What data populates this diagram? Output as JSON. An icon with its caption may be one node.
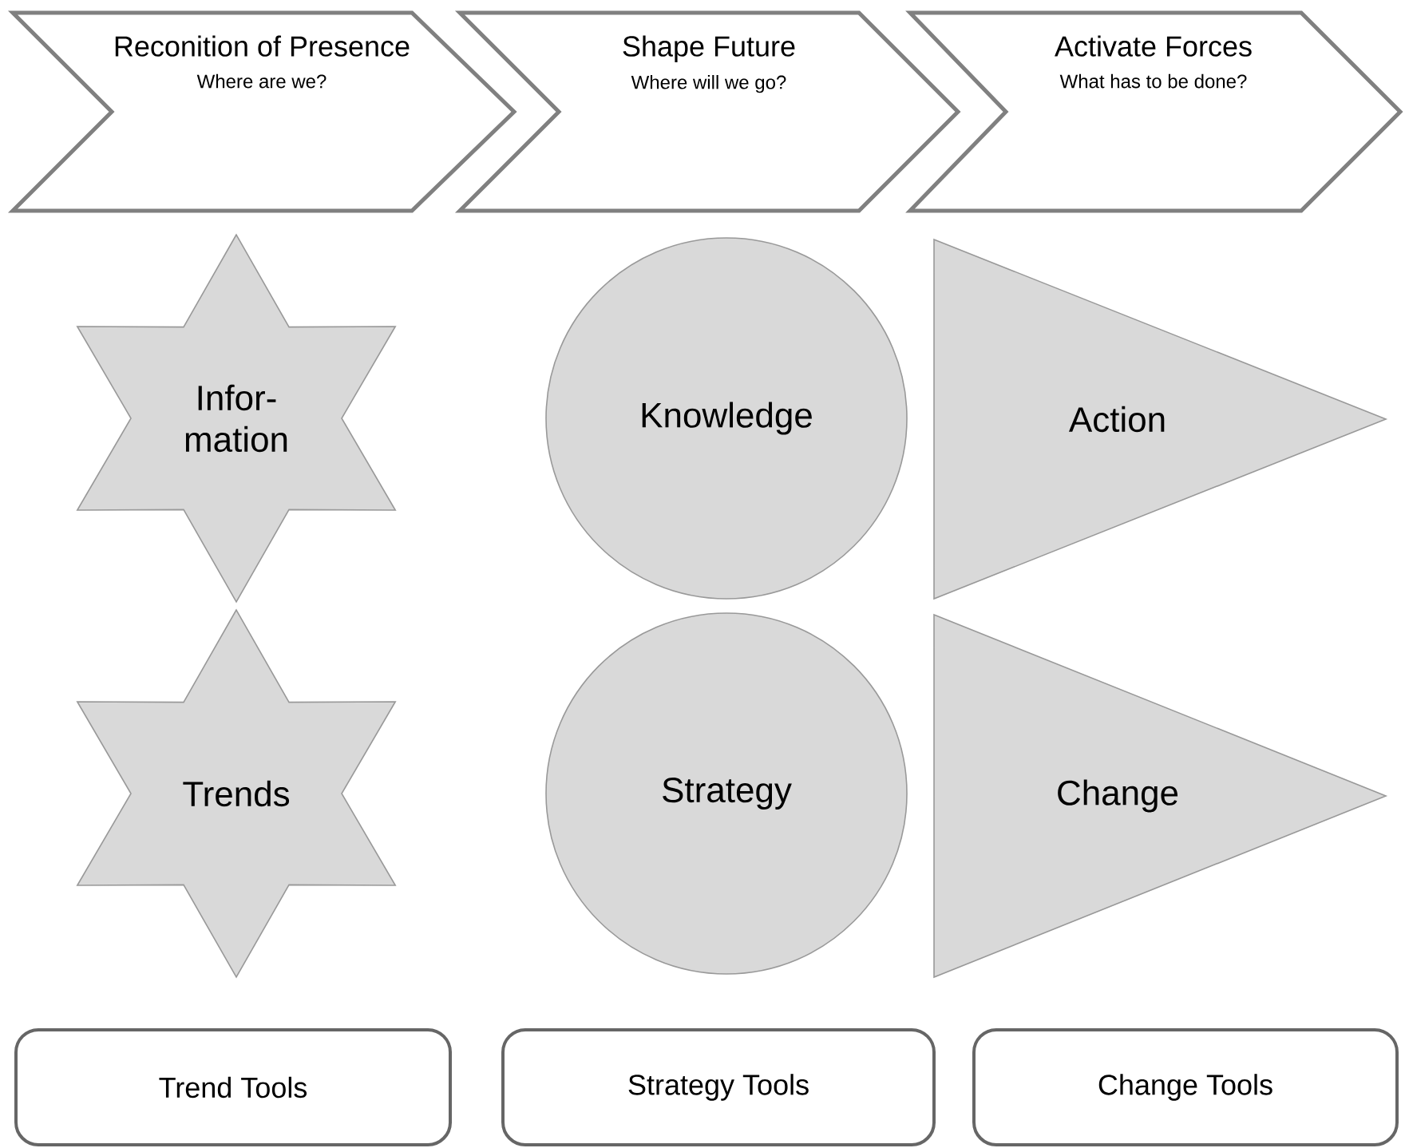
{
  "diagram": {
    "nodes": [
      {
        "text": [
          "Reconition of Presence",
          "Where are we?"
        ]
      },
      {
        "text": [
          "Shape Future",
          "Where will we go?"
        ]
      },
      {
        "text": [
          "Activate Forces",
          "What has to be done?"
        ]
      },
      {
        "text": [
          "Infor- mation"
        ]
      },
      {
        "text": [
          "Knowledge"
        ]
      },
      {
        "text": [
          "Action"
        ]
      },
      {
        "text": [
          "Trends"
        ]
      },
      {
        "text": [
          "Strategy"
        ]
      },
      {
        "text": [
          "Change"
        ]
      },
      {
        "text": [
          "Trend Tools"
        ]
      },
      {
        "text": [
          "Strategy Tools"
        ]
      },
      {
        "text": [
          "Change Tools"
        ]
      }
    ]
  }
}
